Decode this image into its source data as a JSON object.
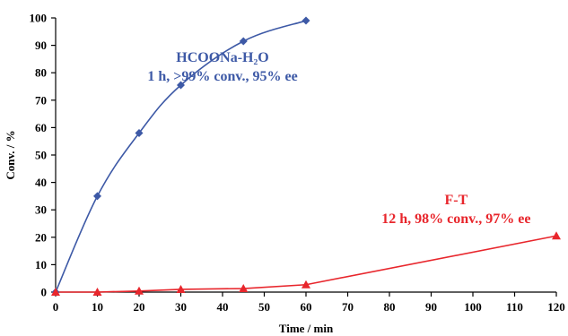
{
  "chart_data": {
    "type": "line",
    "xlabel": "Time / min",
    "ylabel": "Conv. / %",
    "xlim": [
      0,
      120
    ],
    "ylim": [
      0,
      100
    ],
    "xticks": [
      0,
      10,
      20,
      30,
      40,
      50,
      60,
      70,
      80,
      90,
      100,
      110,
      120
    ],
    "yticks": [
      0,
      10,
      20,
      30,
      40,
      50,
      60,
      70,
      80,
      90,
      100
    ],
    "grid": false,
    "legend": false,
    "series": [
      {
        "color": "#3d59a6",
        "marker": "diamond",
        "x": [
          0,
          10,
          20,
          30,
          45,
          60
        ],
        "y": [
          0,
          35,
          58,
          75.5,
          91.5,
          99
        ]
      },
      {
        "color": "#e8262c",
        "marker": "triangle",
        "x": [
          0,
          10,
          20,
          30,
          45,
          60,
          120
        ],
        "y": [
          0,
          0,
          0.4,
          1,
          1.3,
          2.7,
          20.5
        ]
      }
    ],
    "annotations": [
      {
        "lines": [
          "HCOONa-H",
          "2",
          "O"
        ],
        "text_line1": "HCOONa-H₂O",
        "text_line2": "1 h, >99% conv., 95% ee",
        "color": "#3d59a6",
        "anchor_x": 40,
        "anchor_y": 84
      },
      {
        "text_line1": "F-T",
        "text_line2": "12 h, 98% conv., 97% ee",
        "color": "#e8262c",
        "anchor_x": 96,
        "anchor_y": 32
      }
    ]
  }
}
